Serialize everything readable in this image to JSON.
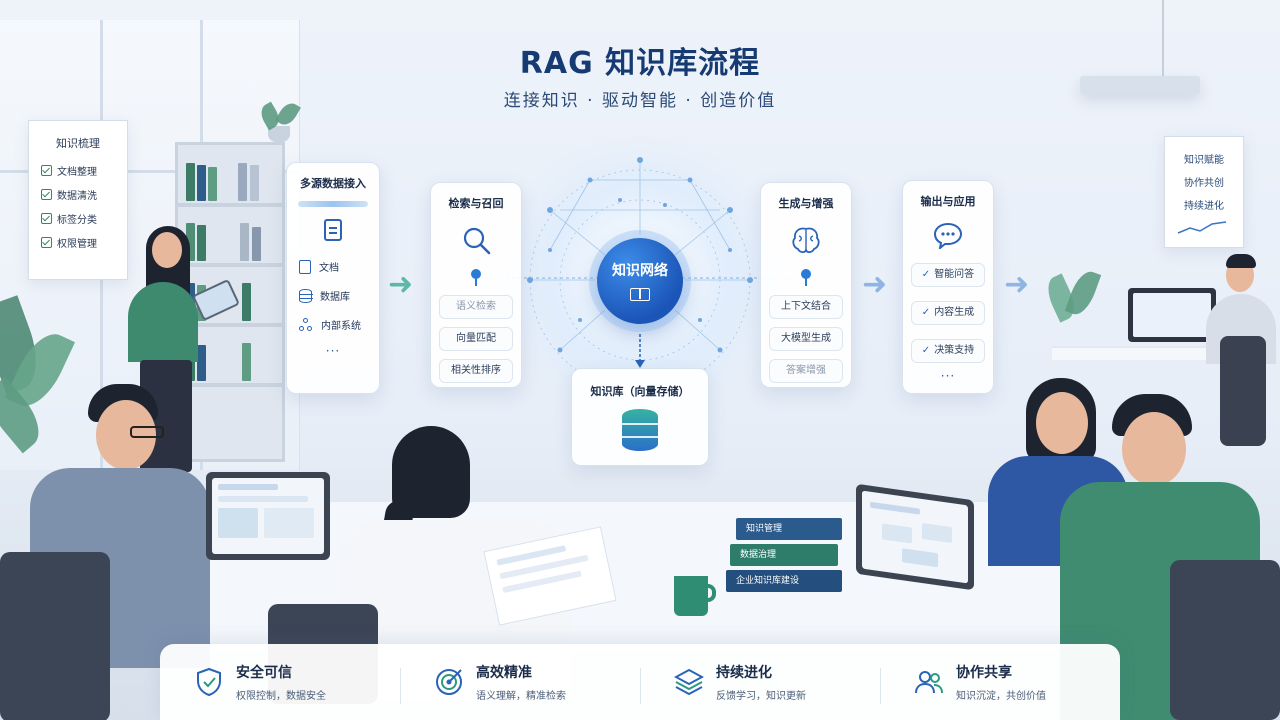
{
  "title": "RAG 知识库流程",
  "subtitle": "连接知识 · 驱动智能 · 创造价值",
  "whiteboard_left": {
    "title": "知识梳理",
    "items": [
      "文档整理",
      "数据清洗",
      "标签分类",
      "权限管理"
    ]
  },
  "whiteboard_right": {
    "lines": [
      "知识赋能",
      "协作共创",
      "持续进化"
    ]
  },
  "ingest": {
    "title": "多源数据接入",
    "items": [
      "文档",
      "数据库",
      "内部系统"
    ],
    "more": "···"
  },
  "retrieve": {
    "title": "检索与召回",
    "items": [
      "语义检索",
      "向量匹配",
      "相关性排序"
    ]
  },
  "center": {
    "label": "知识网络"
  },
  "knowledge_base": {
    "title": "知识库（向量存储）"
  },
  "generate": {
    "title": "生成与增强",
    "items": [
      "上下文结合",
      "大模型生成",
      "答案增强"
    ]
  },
  "output": {
    "title": "输出与应用",
    "items": [
      "智能问答",
      "内容生成",
      "决策支持"
    ],
    "more": "···"
  },
  "books": [
    "知识管理",
    "数据治理",
    "企业知识库建设"
  ],
  "features": [
    {
      "title": "安全可信",
      "sub": "权限控制，数据安全"
    },
    {
      "title": "高效精准",
      "sub": "语义理解，精准检索"
    },
    {
      "title": "持续进化",
      "sub": "反馈学习，知识更新"
    },
    {
      "title": "协作共享",
      "sub": "知识沉淀，共创价值"
    }
  ],
  "colors": {
    "title": "#163b73",
    "accent_blue": "#2a63b8",
    "center_node": "#1b55b8",
    "teal": "#36b3a2"
  }
}
